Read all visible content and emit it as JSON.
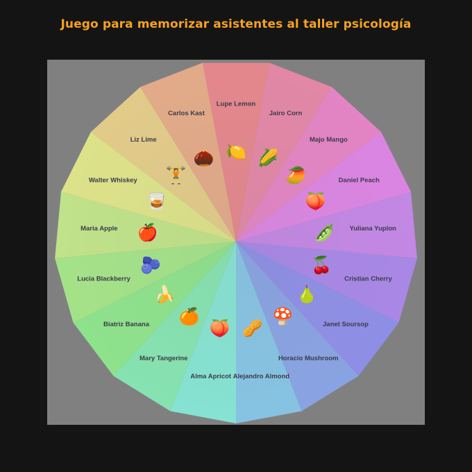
{
  "title": "Juego para memorizar asistentes al taller psicología",
  "wheel": {
    "segments": [
      {
        "name": "Lupe Lemon",
        "emoji": "🍋",
        "color": "#e4878c",
        "icon": "lemon-icon"
      },
      {
        "name": "Jairo Corn",
        "emoji": "🌽",
        "color": "#e287a6",
        "icon": "corn-icon"
      },
      {
        "name": "Majo Mango",
        "emoji": "🥭",
        "color": "#e384c4",
        "icon": "mango-icon"
      },
      {
        "name": "Daniel Peach",
        "emoji": "🍑",
        "color": "#db85e2",
        "icon": "peach-icon"
      },
      {
        "name": "Yuliana Yuplon",
        "emoji": "🫛",
        "color": "#c387e4",
        "icon": "pea-pod-icon"
      },
      {
        "name": "Cristian Cherry",
        "emoji": "🍒",
        "color": "#a887e6",
        "icon": "cherry-icon"
      },
      {
        "name": "Janet Soursop",
        "emoji": "🍐",
        "color": "#8e8ee6",
        "icon": "pear-icon"
      },
      {
        "name": "Horacio Mushroom",
        "emoji": "🍄",
        "color": "#89a3e2",
        "icon": "mushroom-icon"
      },
      {
        "name": "Alejandro Almond",
        "emoji": "🥜",
        "color": "#86c3e2",
        "icon": "peanut-icon"
      },
      {
        "name": "Alma Apricot",
        "emoji": "🍑",
        "color": "#86e2d2",
        "icon": "apricot-icon"
      },
      {
        "name": "Mary Tangerine",
        "emoji": "🍊",
        "color": "#86e2b0",
        "icon": "tangerine-icon"
      },
      {
        "name": "Biatriz Banana",
        "emoji": "🍌",
        "color": "#8ee28c",
        "icon": "banana-icon"
      },
      {
        "name": "Lucia Blackberry",
        "emoji": "🫐",
        "color": "#a4e288",
        "icon": "blueberries-icon"
      },
      {
        "name": "Maria Apple",
        "emoji": "🍎",
        "color": "#c0e289",
        "icon": "apple-icon"
      },
      {
        "name": "Walter Whiskey",
        "emoji": "🥃",
        "color": "#dde289",
        "icon": "whiskey-glass-icon"
      },
      {
        "name": "Liz Lime",
        "emoji": "🏋",
        "color": "#e2cb89",
        "icon": "weightlifter-icon"
      },
      {
        "name": "Carlos Kast",
        "emoji": "🌰",
        "color": "#e2aa88",
        "icon": "chestnut-icon"
      }
    ]
  }
}
